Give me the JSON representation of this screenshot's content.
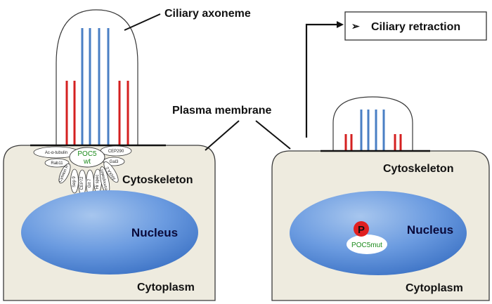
{
  "labels": {
    "ciliary_axoneme": "Ciliary axoneme",
    "ciliary_retraction": "Ciliary retraction",
    "retraction_arrow": "➢",
    "plasma_membrane": "Plasma membrane",
    "cytoskeleton_left": "Cytoskeleton",
    "cytoskeleton_right": "Cytoskeleton",
    "nucleus_left": "Nucleus",
    "nucleus_right": "Nucleus",
    "cytoplasm_left": "Cytoplasm",
    "cytoplasm_right": "Cytoplasm",
    "poc5_wt_line1": "POC5",
    "poc5_wt_line2": "wt",
    "phospho": "P",
    "poc5_mut": "POC5mut"
  },
  "interactors": {
    "ac_tubulin": "Ac-α-tubulin",
    "cep290": "CEP290",
    "rab11": "Rab11",
    "gal3": "Gal3",
    "cytokin_r": "Cytokin R",
    "sep9": "Sep 9",
    "cep72": "CEP72",
    "git7": "Git 7",
    "hrspec": "Hr spec",
    "desmoplakin": "Desmoplakin",
    "anxa2": "ANXA 2"
  },
  "colors": {
    "cell_fill": "#eeebdf",
    "nucleus_blue": "#4f86d4",
    "microtubule_blue": "#4a7fc4",
    "microtubule_red": "#d42020",
    "poc5_green": "#1a8a1a"
  }
}
